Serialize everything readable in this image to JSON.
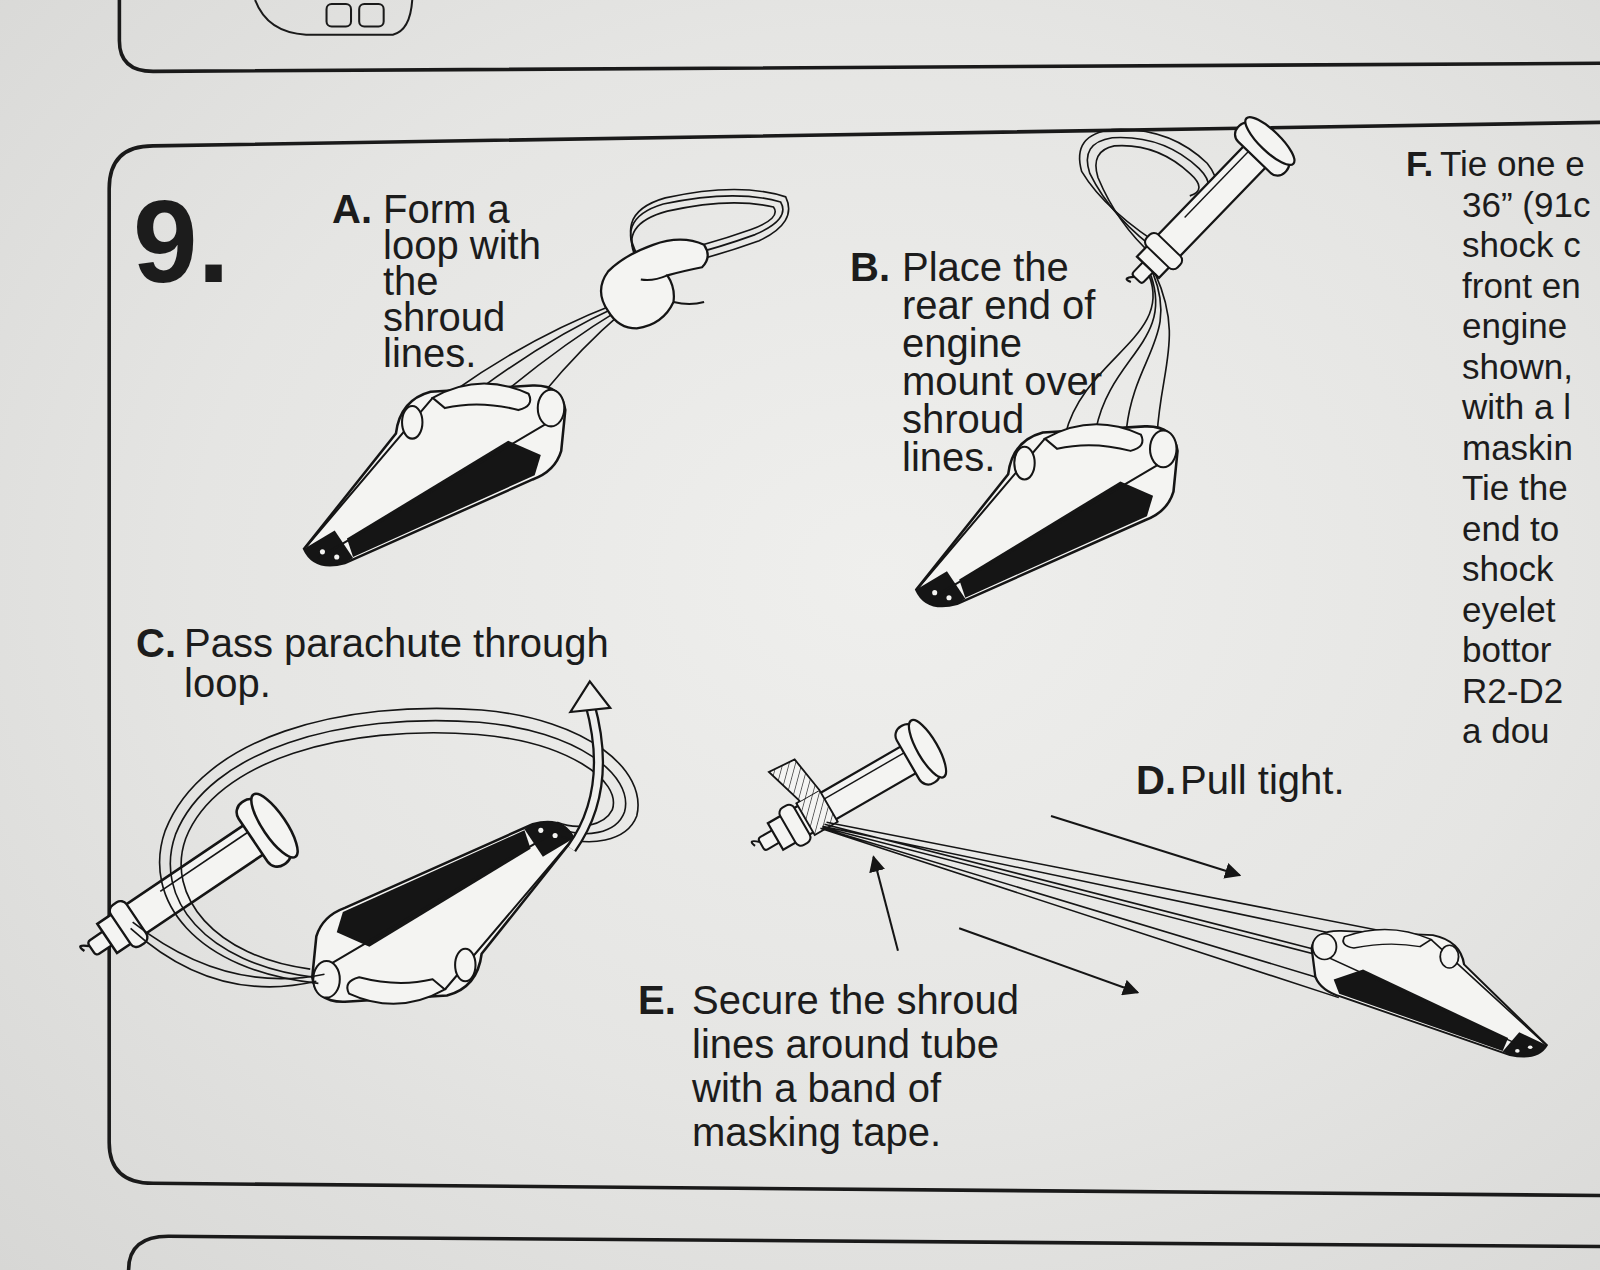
{
  "diagram": {
    "labels": [
      "9.",
      "A.",
      "Form a loop with the shroud lines.",
      "B.",
      "Place the rear end of engine mount over shroud lines.",
      "C.",
      "Pass parachute through loop.",
      "D.",
      "Pull tight.",
      "E.",
      "Secure the shroud lines around tube with a band of masking tape.",
      "F.",
      "Tie one e",
      "36” (91c",
      "shock c",
      "front en",
      "engine",
      "shown,",
      "with a l",
      "maskin",
      "Tie the",
      "end to",
      "shock",
      "eyelet",
      "bottor",
      "R2-D2",
      "a dou"
    ]
  }
}
